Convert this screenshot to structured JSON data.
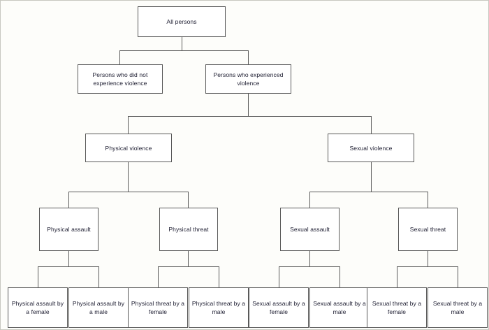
{
  "diagram": {
    "type": "hierarchy-tree",
    "title": "",
    "levels": [
      {
        "level": 1,
        "nodes": [
          {
            "id": "all-persons",
            "label": "All persons"
          }
        ]
      },
      {
        "level": 2,
        "nodes": [
          {
            "id": "no-violence",
            "label": "Persons who did not experience violence"
          },
          {
            "id": "experienced-violence",
            "label": "Persons who experienced violence"
          }
        ]
      },
      {
        "level": 3,
        "nodes": [
          {
            "id": "physical-violence",
            "label": "Physical violence"
          },
          {
            "id": "sexual-violence",
            "label": "Sexual violence"
          }
        ]
      },
      {
        "level": 4,
        "nodes": [
          {
            "id": "physical-assault",
            "label": "Physical assault"
          },
          {
            "id": "physical-threat",
            "label": "Physical threat"
          },
          {
            "id": "sexual-assault",
            "label": "Sexual assault"
          },
          {
            "id": "sexual-threat",
            "label": "Sexual threat"
          }
        ]
      },
      {
        "level": 5,
        "nodes": [
          {
            "id": "physical-assault-female",
            "label": "Physical assault by a female"
          },
          {
            "id": "physical-assault-male",
            "label": "Physical assault by a male"
          },
          {
            "id": "physical-threat-female",
            "label": "Physical threat by a female"
          },
          {
            "id": "physical-threat-male",
            "label": "Physical threat by a male"
          },
          {
            "id": "sexual-assault-female",
            "label": "Sexual assault by a female"
          },
          {
            "id": "sexual-assault-male",
            "label": "Sexual assault by a male"
          },
          {
            "id": "sexual-threat-female",
            "label": "Sexual threat by a female"
          },
          {
            "id": "sexual-threat-male",
            "label": "Sexual threat by a male"
          }
        ]
      }
    ],
    "colors": {
      "background": "#fdfdfa",
      "box_fill": "#ffffff",
      "box_border": "#595959",
      "connector": "#5a5a5a",
      "text": "#1a1a2e",
      "frame": "#c8c8c0"
    }
  }
}
